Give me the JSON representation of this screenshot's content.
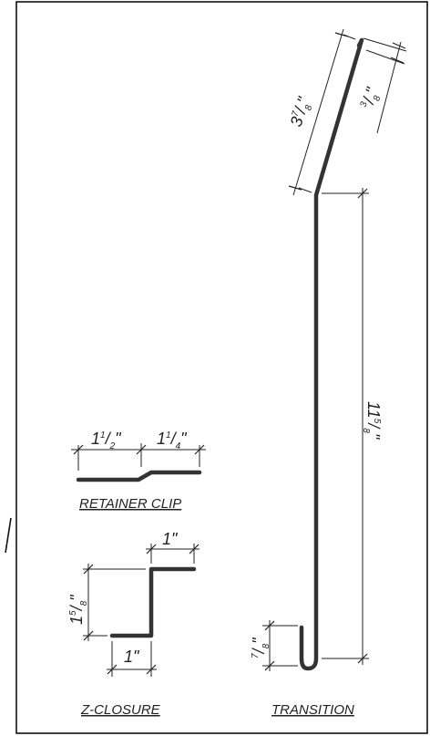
{
  "labels": {
    "retainer_clip": "RETAINER CLIP",
    "z_closure": "Z-CLOSURE",
    "transition": "TRANSITION"
  },
  "dimensions": {
    "clip_left": {
      "whole": "1",
      "num": "1",
      "den": "2",
      "unit": "\""
    },
    "clip_right": {
      "whole": "1",
      "num": "1",
      "den": "4",
      "unit": "\""
    },
    "z_top": {
      "text": "1\""
    },
    "z_height": {
      "whole": "1",
      "num": "5",
      "den": "8",
      "unit": "\""
    },
    "z_bottom": {
      "text": "1\""
    },
    "t_slant": {
      "whole": "3",
      "num": "7",
      "den": "8",
      "unit": "\""
    },
    "t_tip": {
      "num": "3",
      "den": "8",
      "unit": "\""
    },
    "t_long": {
      "whole": "11",
      "num": "5",
      "den": "8",
      "unit": "\""
    },
    "t_hook": {
      "num": "7",
      "den": "8",
      "unit": "\""
    }
  }
}
